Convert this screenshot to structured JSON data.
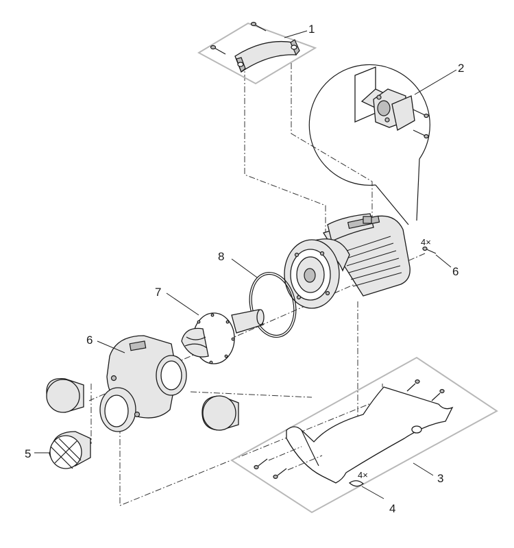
{
  "labels": {
    "part_1": "1",
    "part_2": "2",
    "part_3": "3",
    "part_4": "4",
    "part_5": "5",
    "part_6_top": "6",
    "part_6_housing": "6",
    "part_7": "7",
    "part_8": "8",
    "qty_screws_right": "4×",
    "qty_clips": "4×"
  }
}
